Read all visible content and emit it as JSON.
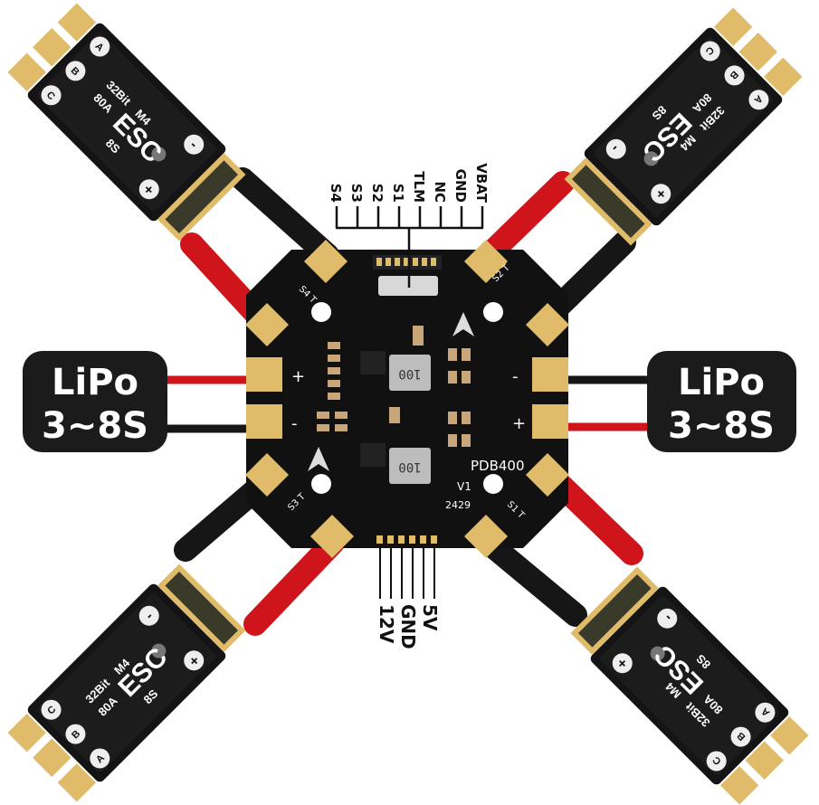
{
  "header_pins": [
    "S4",
    "S3",
    "S2",
    "S1",
    "TLM",
    "NC",
    "GND",
    "VBAT"
  ],
  "bottom_pins": [
    "12V",
    "GND",
    "5V"
  ],
  "lipo": {
    "line1": "LiPo",
    "line2": "3~8S"
  },
  "board": {
    "model": "PDB400",
    "version": "V1",
    "date_code": "2429",
    "inductor_code": "100",
    "plus": "+",
    "minus": "-",
    "motor_labels": [
      "S4 T",
      "S2 T",
      "S3 T",
      "S1 T"
    ]
  },
  "esc": {
    "line1": "32Bit",
    "line2": "80A",
    "brand": "ESC",
    "line3": "M4",
    "line4": "8S",
    "phases": [
      "A",
      "B",
      "C"
    ],
    "plus": "+",
    "minus": "-"
  },
  "colors": {
    "pcb": "#111111",
    "pad": "#e0bc6a",
    "red_wire": "#d0141b",
    "black_wire": "#161616"
  }
}
